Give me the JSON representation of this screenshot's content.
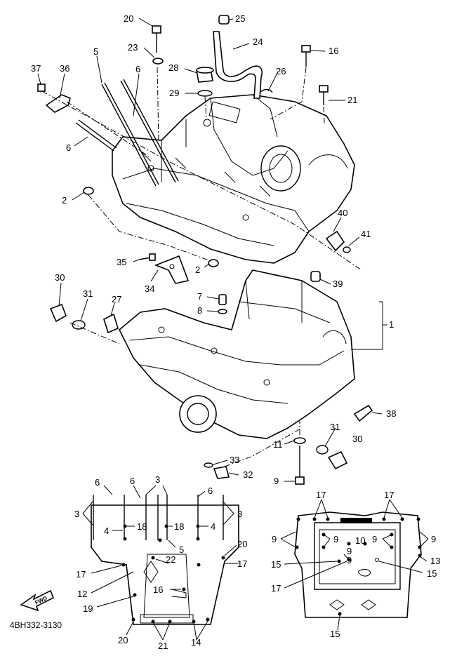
{
  "diagram_code": "4BH332-3130",
  "fwd_label": "FWD",
  "labels": {
    "l20a": "20",
    "l25": "25",
    "l24": "24",
    "l23": "23",
    "l16": "16",
    "l28": "28",
    "l26": "26",
    "l29": "29",
    "l21a": "21",
    "l37": "37",
    "l36": "36",
    "l5a": "5",
    "l6a": "6",
    "l6b": "6",
    "l2a": "2",
    "l40": "40",
    "l41": "41",
    "l35": "35",
    "l2b": "2",
    "l34": "34",
    "l39": "39",
    "l30a": "30",
    "l31a": "31",
    "l27": "27",
    "l7": "7",
    "l8": "8",
    "l1": "1",
    "l38": "38",
    "l31b": "31",
    "l30b": "30",
    "l11": "11",
    "l33": "33",
    "l32": "32",
    "l9a": "9",
    "b6a": "6",
    "b6b": "6",
    "b3a": "3",
    "b6c": "6",
    "b3b": "3",
    "b3c": "3",
    "b4a": "4",
    "b18a": "18",
    "b18b": "18",
    "b4b": "4",
    "b5": "5",
    "b20a": "20",
    "b17a": "17",
    "b17b": "17",
    "b22": "22",
    "b12": "12",
    "b16": "16",
    "b19": "19",
    "b20b": "20",
    "b21": "21",
    "b14": "14",
    "r17a": "17",
    "r17b": "17",
    "r9a": "9",
    "r9b": "9",
    "r10": "10",
    "r9c": "9",
    "r9d": "9",
    "r13": "13",
    "r15a": "15",
    "r9e": "9",
    "r15b": "15",
    "r9f": "9",
    "r17c": "17",
    "r15c": "15"
  }
}
